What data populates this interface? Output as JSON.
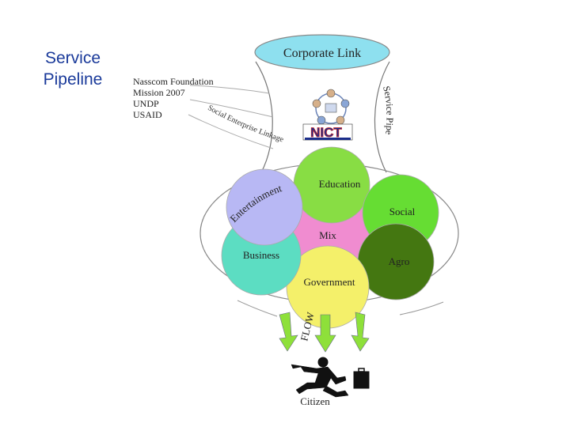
{
  "title": "Service\nPipeline",
  "corporate_link": "Corporate Link",
  "service_pipe": "Service Pipe",
  "partners": [
    "Nasscom Foundation",
    "Mission 2007",
    "UNDP",
    "USAID"
  ],
  "linkage": "Social Enterprise Linkage",
  "logo": "NICT",
  "center": "Mix",
  "services": [
    {
      "label": "Education",
      "color": "#88dd44"
    },
    {
      "label": "Social",
      "color": "#66dd33"
    },
    {
      "label": "Agro",
      "color": "#447711"
    },
    {
      "label": "Government",
      "color": "#f4f06a"
    },
    {
      "label": "Business",
      "color": "#5cddc2"
    },
    {
      "label": "Entertainment",
      "color": "#b8b8f4"
    }
  ],
  "center_color": "#f08cd0",
  "flow": "FLOW",
  "citizen": "Citizen",
  "colors": {
    "title": "#1a3a9a",
    "cap": "#8ee0ef",
    "arrow": "#8ee03a"
  }
}
